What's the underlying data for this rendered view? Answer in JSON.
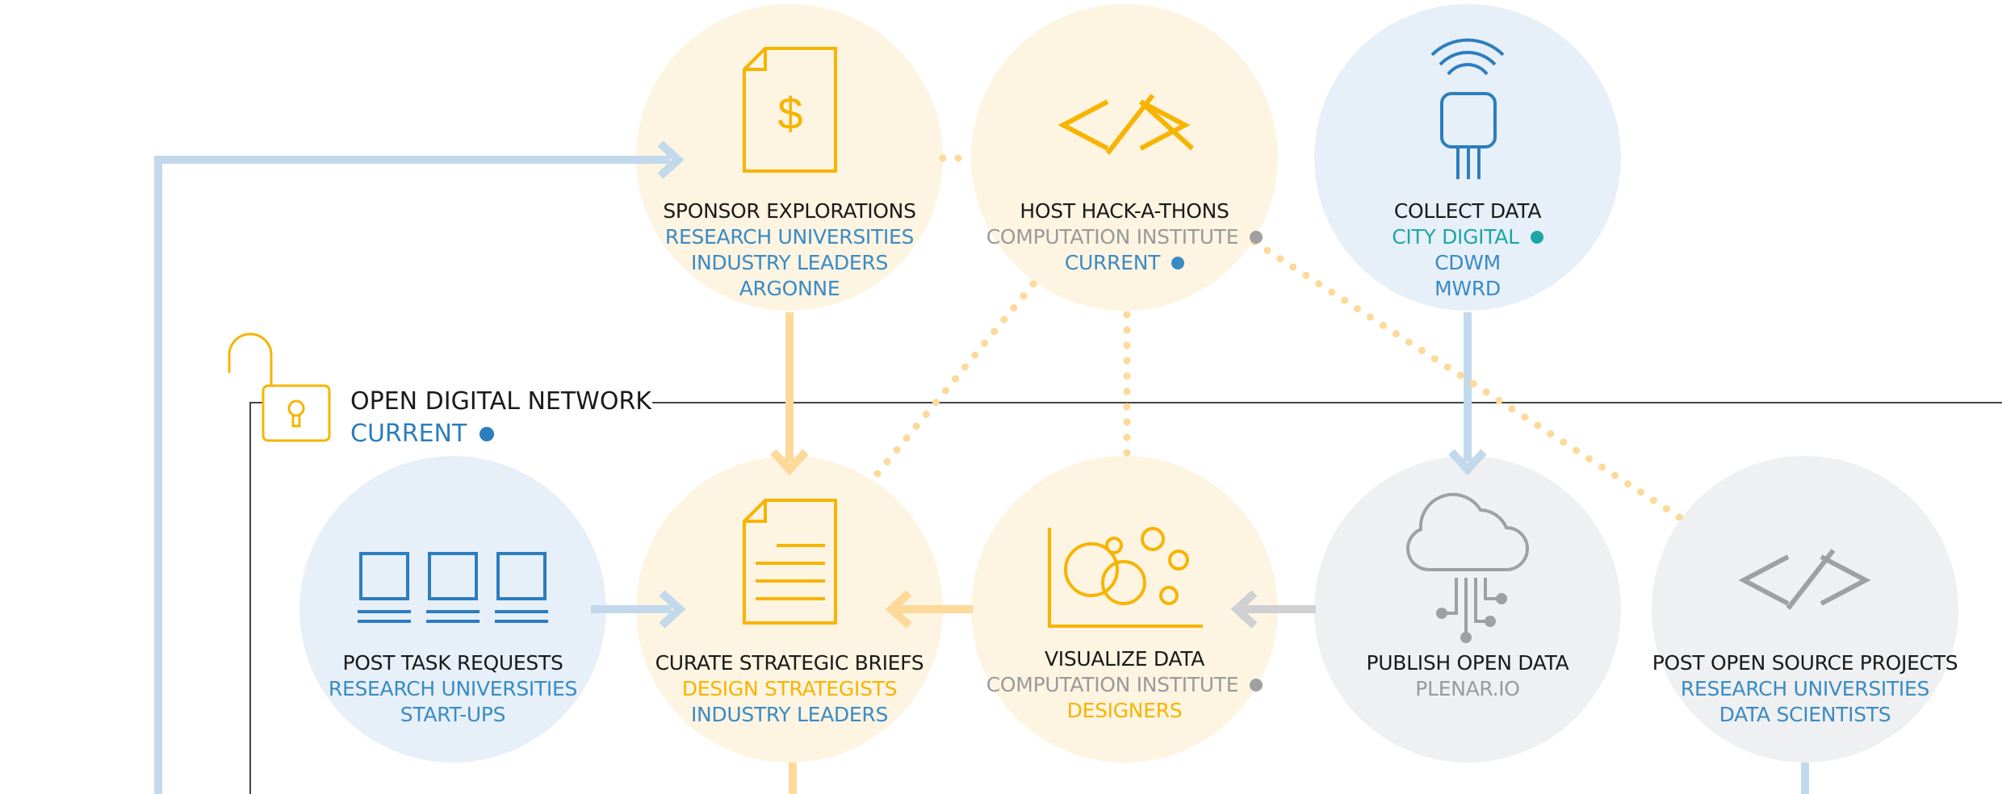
{
  "colors": {
    "blue": "#3a8bc4",
    "orange": "#f7b400",
    "teal": "#1ea6a6",
    "gray": "#9a9a9a",
    "bubble_blue": "#e7f0f8",
    "bubble_orange": "#fdf4e2",
    "bubble_gray": "#eff0f1"
  },
  "network": {
    "title": "OPEN DIGITAL NETWORK",
    "status": "CURRENT"
  },
  "nodes": {
    "sponsor": {
      "icon": "document-dollar-icon",
      "title": "SPONSOR EXPLORATIONS",
      "lines": [
        "RESEARCH UNIVERSITIES",
        "INDUSTRY LEADERS",
        "ARGONNE"
      ]
    },
    "hack": {
      "icon": "code-icon",
      "title": "HOST HACK-A-THONS",
      "lines": [
        "COMPUTATION INSTITUTE",
        "CURRENT"
      ]
    },
    "collect": {
      "icon": "sensor-icon",
      "title": "COLLECT DATA",
      "lines": [
        "CITY DIGITAL",
        "CDWM",
        "MWRD"
      ]
    },
    "post_tasks": {
      "icon": "task-boxes-icon",
      "title": "POST TASK REQUESTS",
      "lines": [
        "RESEARCH UNIVERSITIES",
        "START-UPS"
      ]
    },
    "curate": {
      "icon": "document-icon",
      "title": "CURATE STRATEGIC BRIEFS",
      "lines": [
        "DESIGN STRATEGISTS",
        "INDUSTRY LEADERS"
      ]
    },
    "visualize": {
      "icon": "bubble-chart-icon",
      "title": "VISUALIZE DATA",
      "lines": [
        "COMPUTATION INSTITUTE",
        "DESIGNERS"
      ]
    },
    "publish": {
      "icon": "cloud-circuit-icon",
      "title": "PUBLISH OPEN DATA",
      "lines": [
        "PLENAR.IO"
      ]
    },
    "open_source": {
      "icon": "code-icon",
      "title": "POST OPEN SOURCE PROJECTS",
      "lines": [
        "RESEARCH UNIVERSITIES",
        "DATA SCIENTISTS"
      ]
    }
  }
}
